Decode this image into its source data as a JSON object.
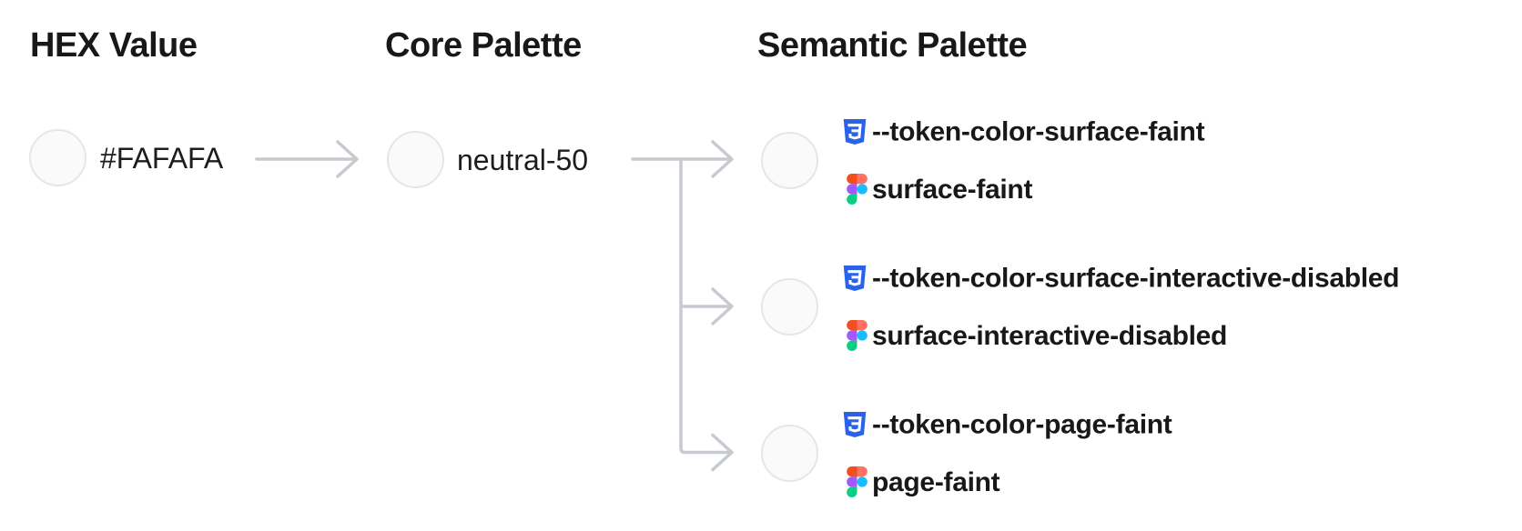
{
  "diagram": {
    "columns": {
      "hex": {
        "heading": "HEX Value",
        "swatch_color": "#FAFAFA",
        "label": "#FAFAFA"
      },
      "core": {
        "heading": "Core Palette",
        "swatch_color": "#FAFAFA",
        "label": "neutral-50"
      },
      "semantic": {
        "heading": "Semantic Palette",
        "tokens": [
          {
            "swatch_color": "#FAFAFA",
            "css_variable": "--token-color-surface-faint",
            "figma_style": "surface-faint"
          },
          {
            "swatch_color": "#FAFAFA",
            "css_variable": "--token-color-surface-interactive-disabled",
            "figma_style": "surface-interactive-disabled"
          },
          {
            "swatch_color": "#FAFAFA",
            "css_variable": "--token-color-page-faint",
            "figma_style": "page-faint"
          }
        ]
      }
    },
    "colors": {
      "swatch_fill": "#FAFAFA",
      "swatch_border": "#E5E6EA",
      "connector": "#C7CAD0",
      "text": "#17181A",
      "css_icon_blue": "#2B62EC",
      "figma_icon": [
        "#F24E1E",
        "#FF7262",
        "#A259FF",
        "#1ABCFE",
        "#0ACF83"
      ]
    }
  }
}
